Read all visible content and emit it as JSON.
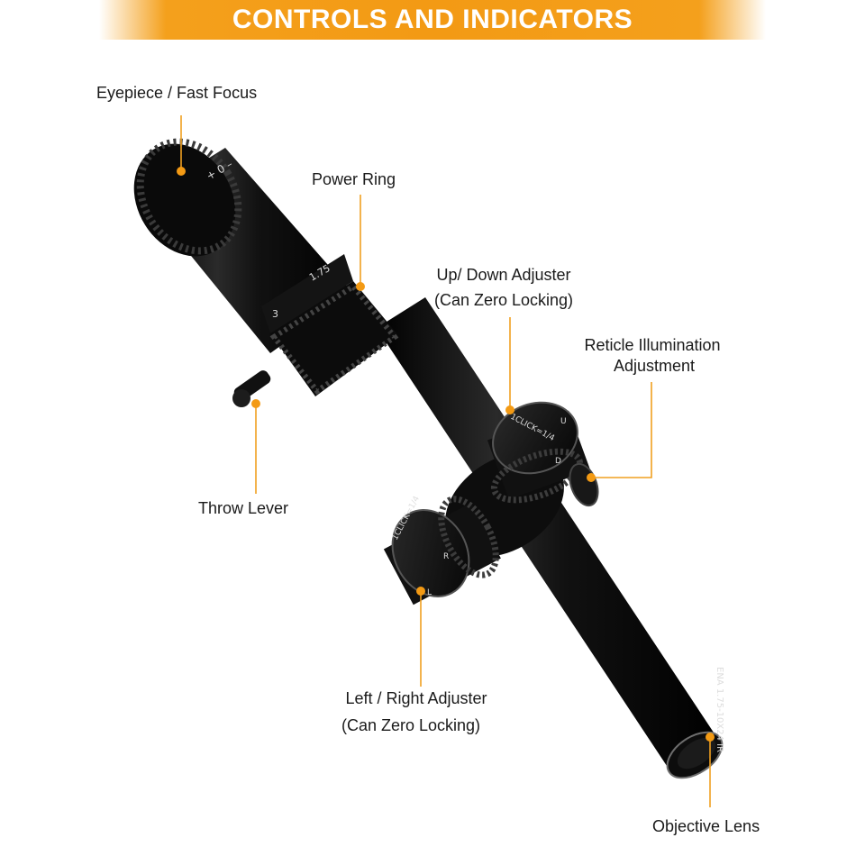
{
  "banner": {
    "title": "CONTROLS AND INDICATORS"
  },
  "callouts": {
    "eyepiece": {
      "label": "Eyepiece / Fast Focus"
    },
    "power_ring": {
      "label": "Power Ring"
    },
    "up_down": {
      "line1": "Up/ Down Adjuster",
      "line2": "(Can Zero Locking)"
    },
    "illumination": {
      "line1": "Reticle Illumination",
      "line2": "Adjustment"
    },
    "throw_lever": {
      "label": "Throw Lever"
    },
    "left_right": {
      "line1": "Left / Right Adjuster",
      "line2": "(Can Zero Locking)"
    },
    "objective": {
      "label": "Objective Lens"
    }
  },
  "engravings": {
    "focus_marks": "+ 0 –",
    "power_low": "1.75",
    "power_3": "3",
    "turret_top": "1CLICK=1/4",
    "turret_top_u": "U",
    "turret_top_d": "D",
    "turret_side": "1CLICK=1/4",
    "turret_side_r": "R",
    "turret_side_l": "L",
    "tube_model": "ENA 1.75-10X24 IR"
  },
  "colors": {
    "accent": "#f39a14",
    "leader": "#f0a020",
    "scope": "#0b0b0b"
  }
}
